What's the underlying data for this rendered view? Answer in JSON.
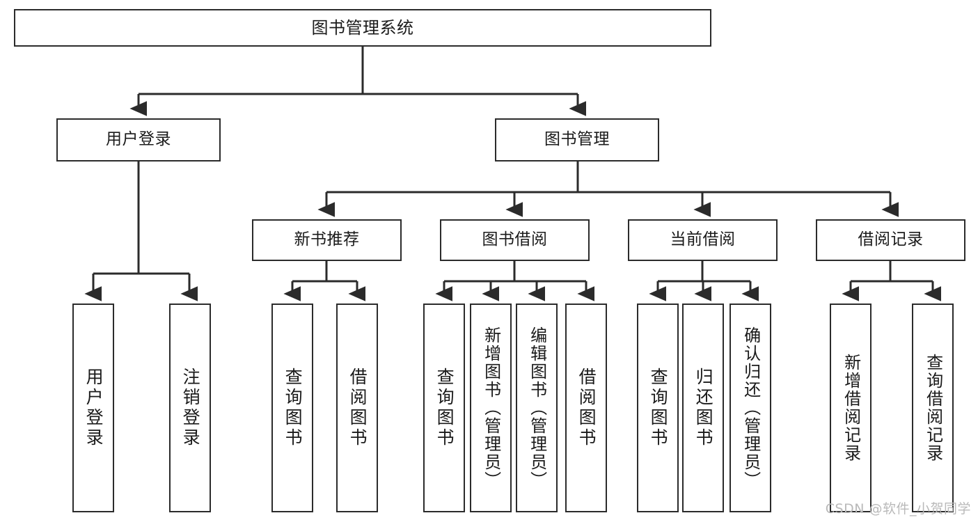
{
  "diagram": {
    "title": "图书管理系统",
    "type": "tree-hierarchy-chart",
    "watermark": "CSDN @软件_小贺同学",
    "colors": {
      "stroke": "#2b2b2b",
      "fill": "#ffffff",
      "text": "#1a1a1a",
      "watermark": "#b9b9b9"
    },
    "nodes": {
      "root": {
        "label": "图书管理系统"
      },
      "level2": [
        {
          "label": "用户登录"
        },
        {
          "label": "图书管理"
        }
      ],
      "level3": [
        {
          "label": "新书推荐"
        },
        {
          "label": "图书借阅"
        },
        {
          "label": "当前借阅"
        },
        {
          "label": "借阅记录"
        }
      ],
      "leaves": {
        "user_login": [
          {
            "label": "用户登录"
          },
          {
            "label": "注销登录"
          }
        ],
        "new_book": [
          {
            "label": "查询图书"
          },
          {
            "label": "借阅图书"
          }
        ],
        "book_borrow": [
          {
            "label": "查询图书"
          },
          {
            "label": "新增图书（管理员）"
          },
          {
            "label": "编辑图书（管理员）"
          },
          {
            "label": "借阅图书"
          }
        ],
        "current_borrow": [
          {
            "label": "查询图书"
          },
          {
            "label": "归还图书"
          },
          {
            "label": "确认归还（管理员）"
          }
        ],
        "borrow_record": [
          {
            "label": "新增借阅记录"
          },
          {
            "label": "查询借阅记录"
          }
        ]
      }
    }
  }
}
